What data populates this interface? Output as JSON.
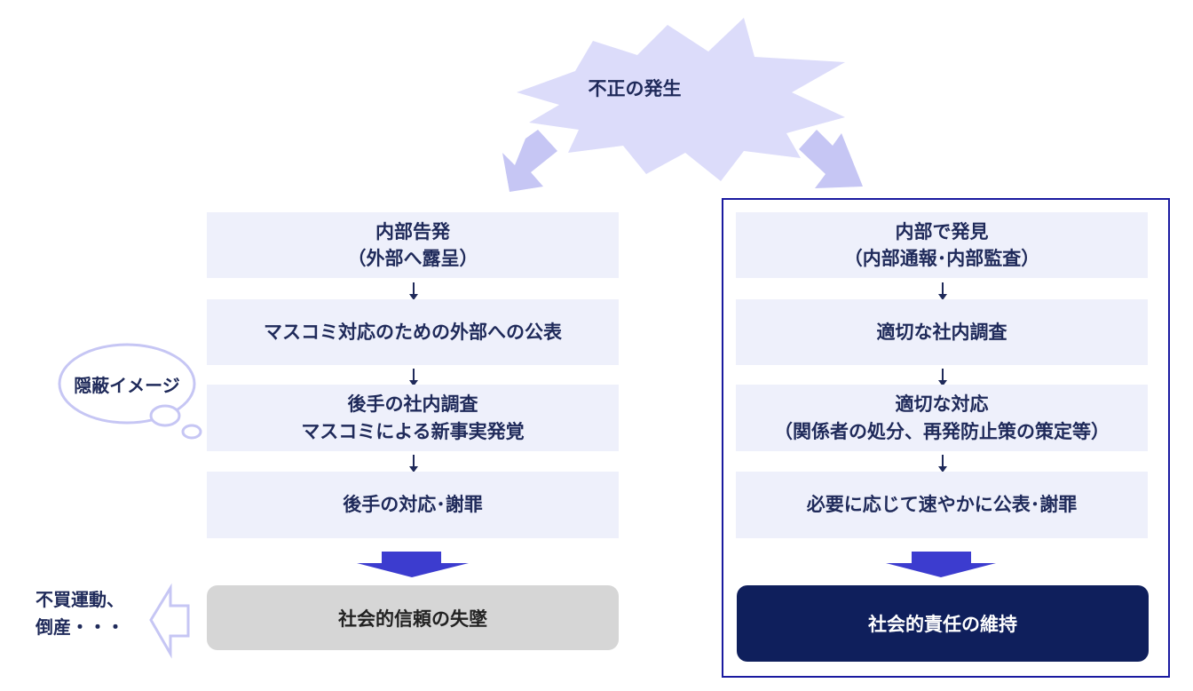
{
  "burst": {
    "label": "不正の発生"
  },
  "thought": {
    "label": "隠蔽イメージ"
  },
  "left_flow": {
    "steps": [
      {
        "line1": "内部告発",
        "line2": "（外部へ露呈）"
      },
      {
        "line1": "マスコミ対応のための外部への公表",
        "line2": ""
      },
      {
        "line1": "後手の社内調査",
        "line2": "マスコミによる新事実発覚"
      },
      {
        "line1": "後手の対応･謝罪",
        "line2": ""
      }
    ],
    "outcome": "社会的信頼の失墜",
    "consequence_line1": "不買運動、",
    "consequence_line2": "倒産・・・"
  },
  "right_flow": {
    "steps": [
      {
        "line1": "内部で発見",
        "line2": "（内部通報･内部監査）"
      },
      {
        "line1": "適切な社内調査",
        "line2": ""
      },
      {
        "line1": "適切な対応",
        "line2": "（関係者の処分、再発防止策の策定等）"
      },
      {
        "line1": "必要に応じて速やかに公表･謝罪",
        "line2": ""
      }
    ],
    "outcome": "社会的責任の維持"
  },
  "colors": {
    "step_bg": "#eef0fb",
    "text": "#1f2a5a",
    "burst": "#dcdcfa",
    "arrow_light": "#c6c6f4",
    "arrow_blue": "#3c3ccf",
    "frame": "#1a1aa0",
    "outcome_left": "#d6d6d6",
    "outcome_right": "#0f1f5c"
  }
}
